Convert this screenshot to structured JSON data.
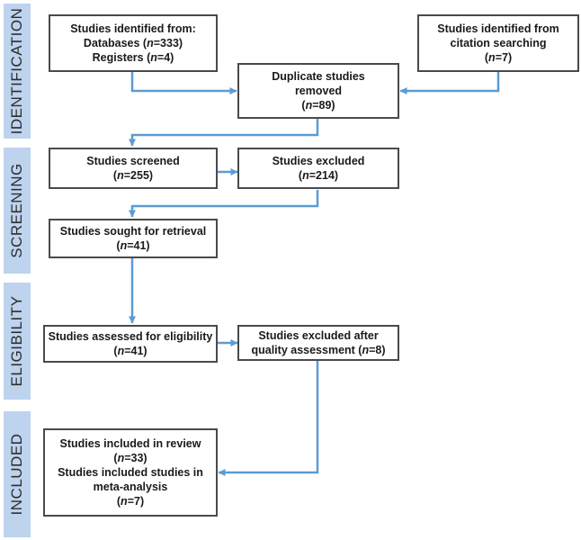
{
  "phases": {
    "identification": "IDENTIFICATION",
    "screening": "SCREENING",
    "eligibility": "ELIGIBILITY",
    "included": "INCLUDED"
  },
  "boxes": {
    "identified_db": {
      "title": "Studies identified from:",
      "line2_label": "Databases (",
      "line2_n": "n",
      "line2_value": "=333)",
      "line3_label": "Registers (",
      "line3_n": "n",
      "line3_value": "=4)"
    },
    "identified_citation": {
      "title1": "Studies identified from",
      "title2": "citation searching",
      "open": "(",
      "n": "n",
      "value": "=7)"
    },
    "duplicates": {
      "title1": "Duplicate studies",
      "title2": "removed",
      "open": "(",
      "n": "n",
      "value": "=89)"
    },
    "screened": {
      "title": "Studies screened",
      "open": "(",
      "n": "n",
      "value": "=255)"
    },
    "excluded": {
      "title": "Studies excluded",
      "open": "(",
      "n": "n",
      "value": "=214)"
    },
    "retrieval": {
      "title": "Studies sought for retrieval",
      "open": "(",
      "n": "n",
      "value": "=41)"
    },
    "eligibility": {
      "title": "Studies assessed for eligibility",
      "open": "(",
      "n": "n",
      "value": "=41)"
    },
    "excluded_quality": {
      "title1": "Studies excluded after",
      "title2": "quality assessment (",
      "n": "n",
      "value": "=8)"
    },
    "included": {
      "title1": "Studies included in review",
      "open1": "(",
      "n1": "n",
      "value1": "=33)",
      "title2": "Studies included studies in",
      "title3": "meta-analysis",
      "open2": "(",
      "n2": "n",
      "value2": "=7)"
    }
  },
  "colors": {
    "phase_band": "#bdd3ee",
    "arrow": "#5b9bd5",
    "box_border": "#4a4a4a"
  }
}
